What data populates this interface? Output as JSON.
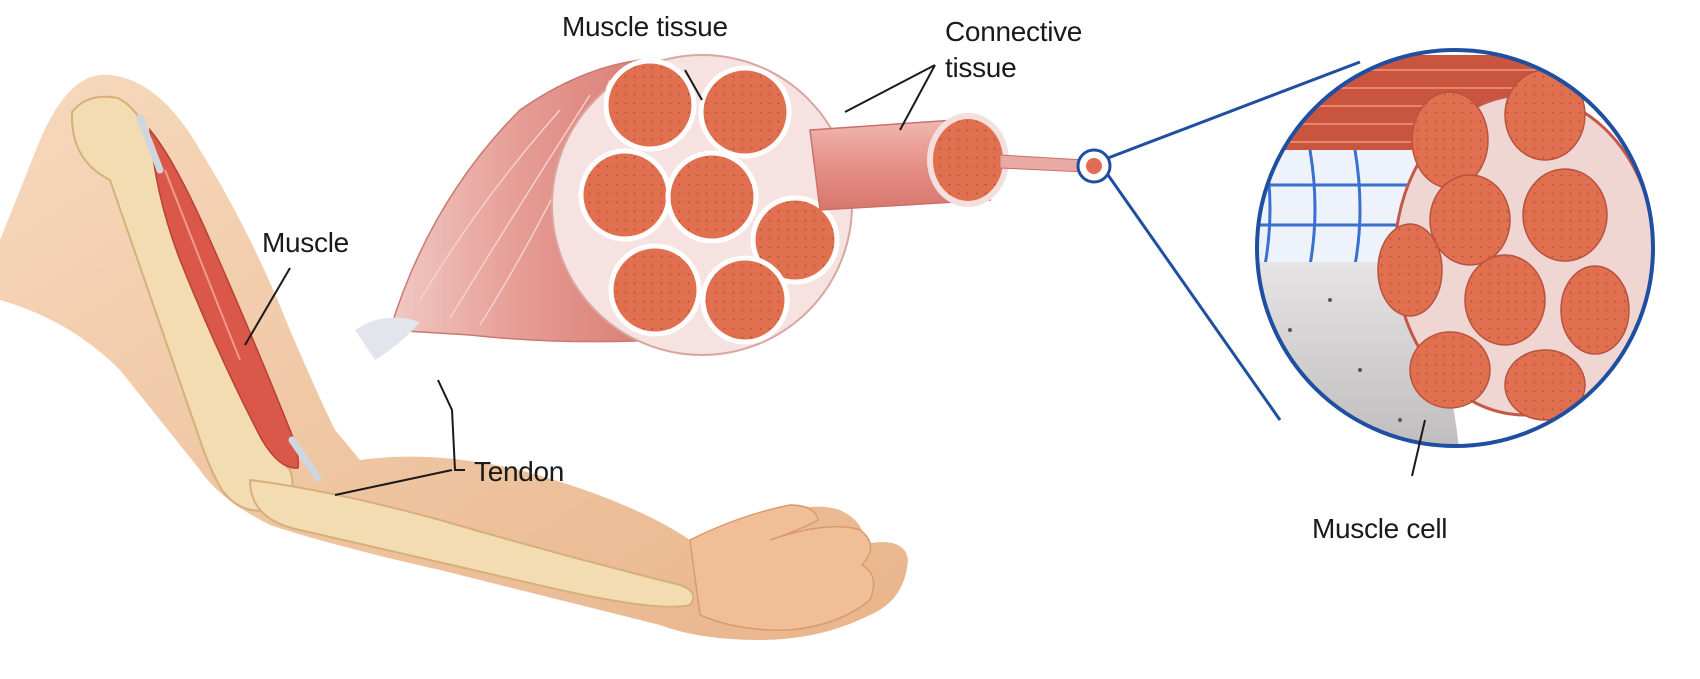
{
  "labels": {
    "muscle": "Muscle",
    "tendon": "Tendon",
    "muscle_tissue": "Muscle tissue",
    "connective_tissue": "Connective\ntissue",
    "muscle_cell": "Muscle cell"
  },
  "colors": {
    "skin": "#f2c9a4",
    "bone": "#f4dcb2",
    "muscle": "#d9584a",
    "muscle_light": "#e8a39a",
    "fiber": "#e3694f",
    "sheath": "#f4dede",
    "cell_sheath": "#d8d6d6",
    "nerve": "#3a6fd0",
    "zoom_ring": "#1f4fa0",
    "leader_line": "#1a1a1a"
  }
}
